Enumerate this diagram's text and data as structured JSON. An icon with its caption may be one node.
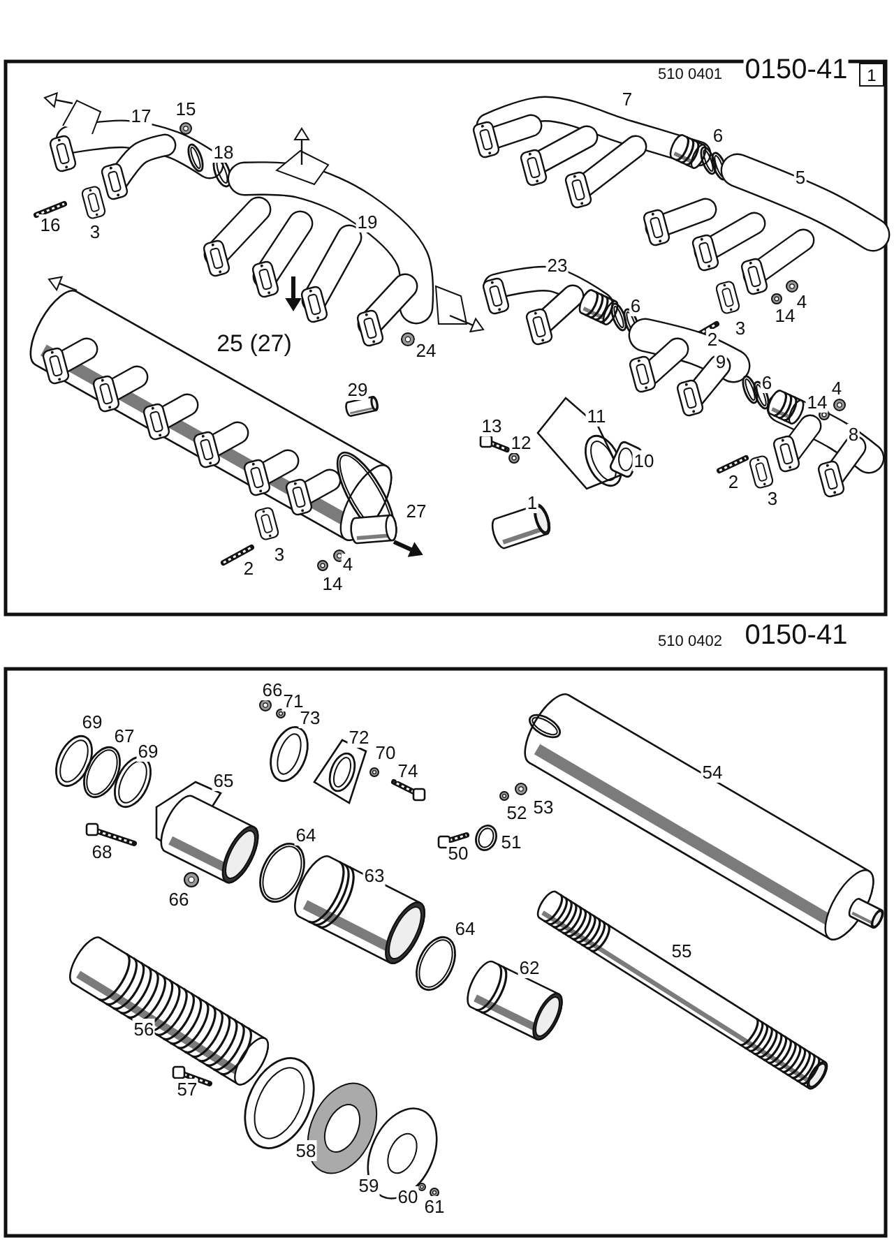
{
  "diagram": {
    "nodes": [
      {
        "text": [
          "1"
        ]
      }
    ],
    "labels": [
      "510 0401",
      "0150-41",
      "17",
      "15",
      "7",
      "6",
      "5",
      "18",
      "16",
      "3",
      "19",
      "23",
      "6",
      "3",
      "4",
      "14",
      "2",
      "25 (27)",
      "24",
      "9",
      "6",
      "29",
      "14",
      "4",
      "11",
      "13",
      "12",
      "8",
      "10",
      "2",
      "3",
      "1",
      "27",
      "3",
      "4",
      "2",
      "14",
      "510 0402",
      "0150-41",
      "66",
      "71",
      "73",
      "69",
      "67",
      "72",
      "69",
      "70",
      "74",
      "54",
      "65",
      "53",
      "52",
      "64",
      "51",
      "68",
      "50",
      "63",
      "66",
      "64",
      "55",
      "62",
      "56",
      "57",
      "58",
      "59",
      "60",
      "61"
    ]
  }
}
